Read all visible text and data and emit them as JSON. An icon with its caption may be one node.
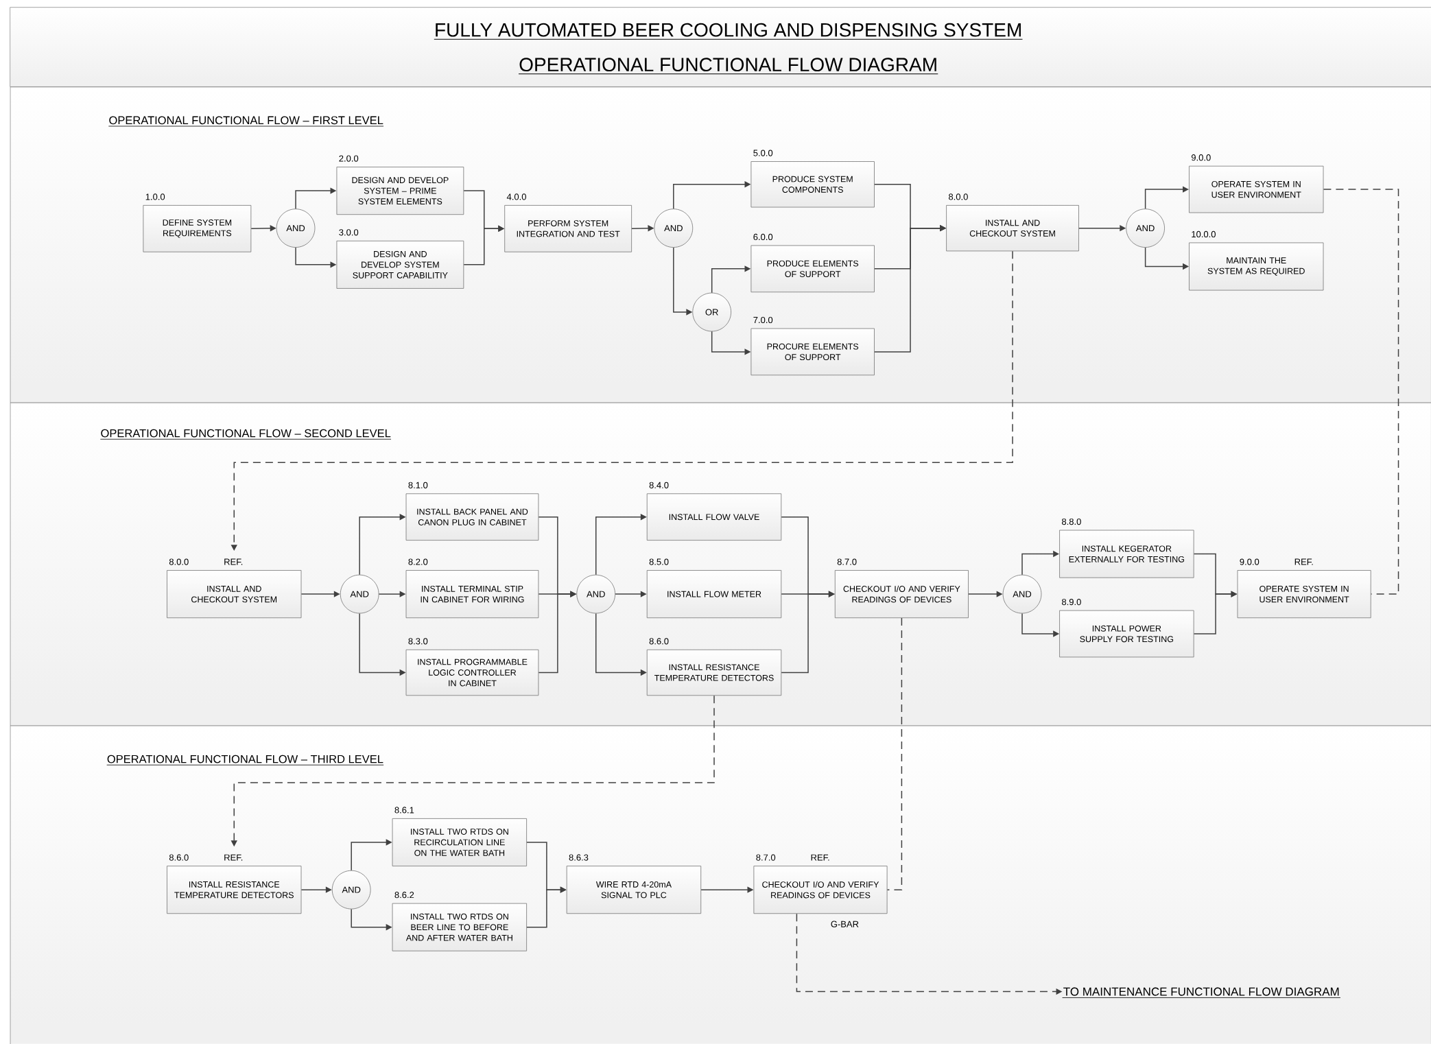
{
  "diagram": {
    "title": "FULLY AUTOMATED BEER COOLING AND DISPENSING SYSTEM",
    "nodes": [
      {
        "text": [
          "OPERATIONAL FUNCTIONAL FLOW – FIRST LEVEL"
        ]
      },
      {
        "text": [
          "1.0.0",
          "DEFINE SYSTEM REQUIREMENTS"
        ],
        "in": 0
      },
      {
        "text": [
          "AND"
        ],
        "in": 0
      },
      {
        "text": [
          "2.0.0",
          "DESIGN AND DEVELOP SYSTEM – PRIME SYSTEM ELEMENTS"
        ],
        "in": 0
      },
      {
        "text": [
          "3.0.0",
          "DESIGN AND DEVELOP SYSTEM SUPPORT CAPABILITIY"
        ],
        "in": 0
      },
      {
        "text": [
          "4.0.0",
          "PERFORM SYSTEM INTEGRATION AND TEST"
        ],
        "in": 0
      },
      {
        "text": [
          "AND"
        ],
        "in": 0
      },
      {
        "text": [
          "OR"
        ],
        "in": 0
      },
      {
        "text": [
          "5.0.0",
          "PRODUCE SYSTEM COMPONENTS"
        ],
        "in": 0
      },
      {
        "text": [
          "6.0.0",
          "PRODUCE ELEMENTS OF SUPPORT"
        ],
        "in": 0
      },
      {
        "text": [
          "7.0.0",
          "PROCURE ELEMENTS OF SUPPORT"
        ],
        "in": 0
      },
      {
        "text": [
          "8.0.0",
          "INSTALL AND CHECKOUT SYSTEM"
        ],
        "in": 0
      },
      {
        "text": [
          "AND"
        ],
        "in": 0
      },
      {
        "text": [
          "9.0.0",
          "OPERATE SYSTEM IN USER ENVIRONMENT"
        ],
        "in": 0
      },
      {
        "text": [
          "10.0.0",
          "MAINTAIN THE SYSTEM AS REQUIRED"
        ],
        "in": 0
      },
      {
        "text": [
          "OPERATIONAL FUNCTIONAL FLOW – SECOND LEVEL"
        ]
      },
      {
        "text": [
          "8.0.0",
          "REF.",
          "INSTALL AND CHECKOUT SYSTEM"
        ],
        "in": 15
      },
      {
        "text": [
          "AND"
        ],
        "in": 15
      },
      {
        "text": [
          "8.1.0",
          "INSTALL BACK PANEL AND CANON PLUG IN CABINET"
        ],
        "in": 15
      },
      {
        "text": [
          "8.2.0",
          "INSTALL TERMINAL STIP IN CABINET FOR WIRING"
        ],
        "in": 15
      },
      {
        "text": [
          "8.3.0",
          "INSTALL PROGRAMMABLE LOGIC CONTROLLER IN CABINET"
        ],
        "in": 15
      },
      {
        "text": [
          "AND"
        ],
        "in": 15
      },
      {
        "text": [
          "8.4.0",
          "INSTALL FLOW VALVE"
        ],
        "in": 15
      },
      {
        "text": [
          "8.5.0",
          "INSTALL FLOW METER"
        ],
        "in": 15
      },
      {
        "text": [
          "8.6.0",
          "INSTALL RESISTANCE TEMPERATURE DETECTORS"
        ],
        "in": 15
      },
      {
        "text": [
          "8.7.0",
          "CHECKOUT I/O AND VERIFY READINGS OF DEVICES"
        ],
        "in": 15
      },
      {
        "text": [
          "AND"
        ],
        "in": 15
      },
      {
        "text": [
          "8.8.0",
          "INSTALL KEGERATOR EXTERNALLY FOR TESTING"
        ],
        "in": 15
      },
      {
        "text": [
          "8.9.0",
          "INSTALL POWER SUPPLY FOR TESTING"
        ],
        "in": 15
      },
      {
        "text": [
          "9.0.0",
          "REF.",
          "OPERATE SYSTEM IN USER ENVIRONMENT"
        ],
        "in": 15
      },
      {
        "text": [
          "OPERATIONAL FUNCTIONAL FLOW – THIRD LEVEL"
        ]
      },
      {
        "text": [
          "8.6.0",
          "REF.",
          "INSTALL RESISTANCE TEMPERATURE DETECTORS"
        ],
        "in": 30
      },
      {
        "text": [
          "AND"
        ],
        "in": 30
      },
      {
        "text": [
          "8.6.1",
          "INSTALL TWO RTDS ON RECIRCULATION LINE ON THE WATER BATH"
        ],
        "in": 30
      },
      {
        "text": [
          "8.6.2",
          "INSTALL TWO RTDS ON BEER LINE TO BEFORE AND AFTER WATER BATH"
        ],
        "in": 30
      },
      {
        "text": [
          "8.6.3",
          "WIRE RTD 4-20mA SIGNAL TO PLC"
        ],
        "in": 30
      },
      {
        "text": [
          "8.7.0",
          "REF.",
          "CHECKOUT I/O AND VERIFY READINGS OF DEVICES"
        ],
        "beside": [
          "G-BAR"
        ],
        "in": 30
      },
      {
        "text": [
          "TO MAINTENANCE FUNCTIONAL FLOW DIAGRAM"
        ],
        "in": 30
      }
    ],
    "edges": [
      {
        "from": 1,
        "to": 2,
        "arrow": "to"
      },
      {
        "from": 2,
        "to": 3,
        "arrow": "to"
      },
      {
        "from": 2,
        "to": 4,
        "arrow": "to"
      },
      {
        "from": 3,
        "to": 5,
        "arrow": "to"
      },
      {
        "from": 4,
        "to": 5,
        "arrow": "to"
      },
      {
        "from": 5,
        "to": 6,
        "arrow": "to"
      },
      {
        "from": 6,
        "to": 8,
        "arrow": "to"
      },
      {
        "from": 6,
        "to": 7,
        "arrow": "to"
      },
      {
        "from": 7,
        "to": 9,
        "arrow": "to"
      },
      {
        "from": 7,
        "to": 10,
        "arrow": "to"
      },
      {
        "from": 8,
        "to": 11,
        "arrow": "to"
      },
      {
        "from": 9,
        "to": 11,
        "arrow": "to"
      },
      {
        "from": 10,
        "to": 11,
        "arrow": "to"
      },
      {
        "from": 11,
        "to": 12,
        "arrow": "to"
      },
      {
        "from": 12,
        "to": 13,
        "arrow": "to"
      },
      {
        "from": 12,
        "to": 14,
        "arrow": "to"
      },
      {
        "from": 11,
        "to": 16,
        "arrow": "to",
        "style": "dashed"
      },
      {
        "from": 13,
        "to": 29,
        "arrow": "none",
        "style": "dashed"
      },
      {
        "from": 16,
        "to": 17,
        "arrow": "to"
      },
      {
        "from": 17,
        "to": 18,
        "arrow": "to"
      },
      {
        "from": 17,
        "to": 19,
        "arrow": "to"
      },
      {
        "from": 17,
        "to": 20,
        "arrow": "to"
      },
      {
        "from": 18,
        "to": 21,
        "arrow": "to"
      },
      {
        "from": 19,
        "to": 21,
        "arrow": "to"
      },
      {
        "from": 20,
        "to": 21,
        "arrow": "to"
      },
      {
        "from": 21,
        "to": 22,
        "arrow": "to"
      },
      {
        "from": 21,
        "to": 23,
        "arrow": "to"
      },
      {
        "from": 21,
        "to": 24,
        "arrow": "to"
      },
      {
        "from": 22,
        "to": 25,
        "arrow": "to"
      },
      {
        "from": 23,
        "to": 25,
        "arrow": "to"
      },
      {
        "from": 24,
        "to": 25,
        "arrow": "to"
      },
      {
        "from": 25,
        "to": 26,
        "arrow": "to"
      },
      {
        "from": 26,
        "to": 27,
        "arrow": "to"
      },
      {
        "from": 26,
        "to": 28,
        "arrow": "to"
      },
      {
        "from": 27,
        "to": 29,
        "arrow": "to"
      },
      {
        "from": 28,
        "to": 29,
        "arrow": "to"
      },
      {
        "from": 24,
        "to": 31,
        "arrow": "to",
        "style": "dashed"
      },
      {
        "from": 25,
        "to": 36,
        "arrow": "none",
        "style": "dashed"
      },
      {
        "from": 31,
        "to": 32,
        "arrow": "to"
      },
      {
        "from": 32,
        "to": 33,
        "arrow": "to"
      },
      {
        "from": 32,
        "to": 34,
        "arrow": "to"
      },
      {
        "from": 33,
        "to": 35,
        "arrow": "to"
      },
      {
        "from": 34,
        "to": 35,
        "arrow": "to"
      },
      {
        "from": 35,
        "to": 36,
        "arrow": "to"
      },
      {
        "from": 36,
        "to": 37,
        "arrow": "to",
        "style": "dashed"
      }
    ],
    "labels": [
      "OPERATIONAL FUNCTIONAL FLOW DIAGRAM"
    ]
  }
}
